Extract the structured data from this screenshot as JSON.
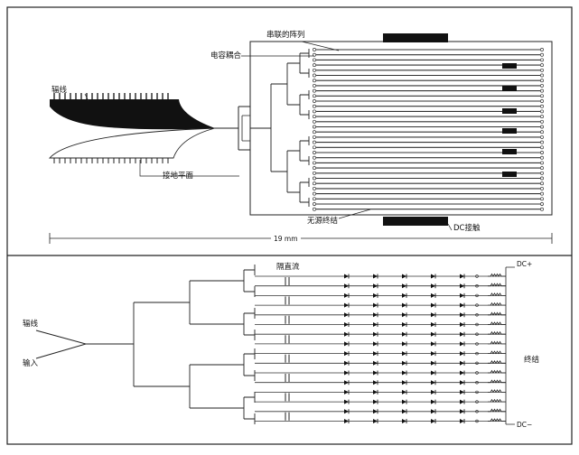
{
  "top": {
    "series_array": "串联的阵列",
    "capacitive_coupling": "电容耦合",
    "dipole": "辐线",
    "ground_plane": "接地平面",
    "passive_termination": "无源终结",
    "dc_contact": "DC接触",
    "dimension": "19 mm"
  },
  "bottom": {
    "dc_block": "隔直流",
    "dipole": "辐线",
    "input": "输入",
    "termination": "终结",
    "dc_plus": "DC+",
    "dc_minus": "DC−"
  }
}
